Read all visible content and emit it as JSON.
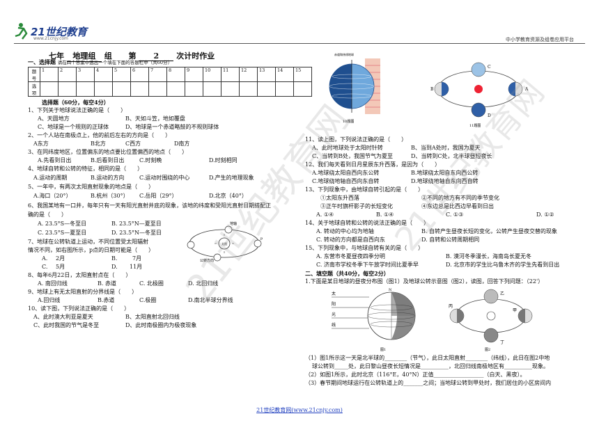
{
  "header": {
    "logo_text": "21世纪教育",
    "logo_sub": "www.21cnjy.com",
    "right_text": "中小学教育资源及组卷应用平台"
  },
  "title": {
    "grade": "七年",
    "subject": "地理组",
    "group": "组",
    "di": "第",
    "num": "2",
    "suffix": "次计时作业"
  },
  "section1": {
    "label": "一、选择题",
    "note": "请在四个答案中选出一个填在下面的答题栏中（共60分）",
    "sub": "选择题（60分，每空4分）"
  },
  "answer_table": {
    "row1_head": "题号",
    "row2_head": "选项",
    "numbers": [
      "1",
      "2",
      "3",
      "4",
      "5",
      "6",
      "7",
      "8",
      "9",
      "10",
      "11",
      "12",
      "13",
      "14",
      "15"
    ]
  },
  "questions_left": [
    "1、下列关于地球说法正确的是（　　）",
    "A、天圆地方",
    "B、天如斗笠，地如覆盘",
    "C、地球是一个规则的正球体",
    "D、地球是一个赤道略鼓的不规则球体",
    "2、一个人站在南极点上，他的前后左右的方向是（　　）",
    "A东方",
    "B北方",
    "C西方",
    "D南方",
    "3、在同纬度地区，位置偏东的地点要比位置偏西的地点（　　）",
    "A.先看到日出",
    "B.后看到日出",
    "C.时刻晚",
    "D.时刻相同",
    "4、地球自转和公转的特征，相同的是（　　）",
    "A.运动的周期",
    "B.运动的方向",
    "C.运动时围绕的中心",
    "D.产生的地理现象",
    "5、一年中，有两次太阳直射现象的地点是（　　）",
    "A.海口（20°）",
    "B.杭州（30°）",
    "C.岳阳（29°）",
    "D.北京（40°）",
    "6、我国某地有一口井，每年只有一天有阳光直射井底的现象，该地的纬度和受阳光直射日期搭配正",
    "确的是（　　）",
    "A. 23.5°S—冬至日",
    "B. 23.5°N—夏至日",
    "C. 23.5°S—夏至日",
    "D. 23.5°N—冬至日",
    "7、地球在公转轨道上运动，不同位置受太阳辐射",
    "情况不同，如右图所示，p点的日期可能是（　　）",
    "A.",
    "2月",
    "B.",
    "7月",
    "C.",
    "5月",
    "D.",
    "11月",
    "8、每年6月22日，太阳直射点在（　　）",
    "A. 南回归线",
    "B. 赤道",
    "C. 北极圈",
    "D. 北回归线",
    "9、地球上有无太阳直射的分界线是（　　）",
    "A.回归线",
    "B.赤道",
    "C.极圈",
    "D.南北半球分界线",
    "10、读下图，下列说法正确的是（　　）",
    "A、此时澳大利亚是夏天",
    "B、太阳直射北回归线",
    "C、此时我国的节气是冬至",
    "D、此时南极圈内为极夜现象"
  ],
  "fig_labels": {
    "q7_title": "地轴",
    "q7_orbit": "公转方向",
    "q7_p": "p",
    "q7_sun": "太阳",
    "fig10_title": "赤道和纬线地球",
    "fig10_cap": "10题图",
    "fig11_cap": "11题图",
    "fig11_a": "A",
    "fig11_b": "B",
    "fig11_c": "C",
    "fig11_d": "D"
  },
  "questions_right": [
    "11、读上图，下列说法正确的是（　　）",
    "A、此时地球处于太阳时针转",
    "B、当到A处时，我国为夏天",
    "C、当转到B处，我国节气为夏至",
    "D、当转到C处，北半球昼短夜长",
    "12、我们每天看到日月星辰东升西落，是因为（　　）",
    "A.地球绕太阳自西向东公转",
    "B.地球绕太阳自东向西公转",
    "C.地球绕地轴自西向东自转",
    "D.地球绕地轴自东向西自转",
    "13、下列现象中，由地球自转引起的是（　　）",
    "①太阳东升西落",
    "②不同的地方有不同的季节变化",
    "③正午时旗杆影子的长短变化",
    "④东边总是比西边早看到日出",
    "A. ①④",
    "B. ①④",
    "C. ①③",
    "D. ①②",
    "14、关于地球自转和公转的说法正确的是（　　）",
    "A. 转动的中心均为地轴",
    "B. 自转产生昼夜长短的变化，公转产生昼夜交替的现象",
    "C. 转动的方向都是自西向东",
    "D. 自转和公转周期相同",
    "15、下列现象中，与地球自转有关的是（　　）",
    "A. 东营市冬夏昼夜四季分明",
    "B. 漠河冬季漫长，海南岛长夏无冬",
    "C. 济南市学校冬季下午放学时间比夏季早",
    "D. 北京市的学生比乌鲁木齐的学生先看到日出"
  ],
  "section2": {
    "label": "二、填空题（共40分，每空2分）",
    "intro": "1.下面是某日地球的昼夜分布图（图1）及地球公转示意图（图2），读图，回答下列问题：（22'）",
    "fig1_cap": "图1",
    "fig2_cap": "图2",
    "fig1_labels": [
      "太",
      "阳",
      "光",
      "线",
      "N"
    ],
    "fig2_labels": [
      "乙",
      "甲",
      "丙",
      "丁"
    ],
    "q1": "（1）图1所示这一天是北半球的________（节气），此日太阳直射________（纬线），此日在图2中地",
    "q1b": "球公转到_____处，此日黎山昼夜长短情况是__________，北回归线南极地区有__________现象。",
    "q2": "（2）如图1所示，此时北京（116°E，40°N）正值__________________（白天、黑夜）。",
    "q3": "（3）春节期间地球运行在公转轨道上的_______之间；当地球公转到甲处时，我们居住的小区房间内"
  },
  "footer": "21世纪教育网(www.21cnjy.com)",
  "watermark": "21世纪教育网"
}
